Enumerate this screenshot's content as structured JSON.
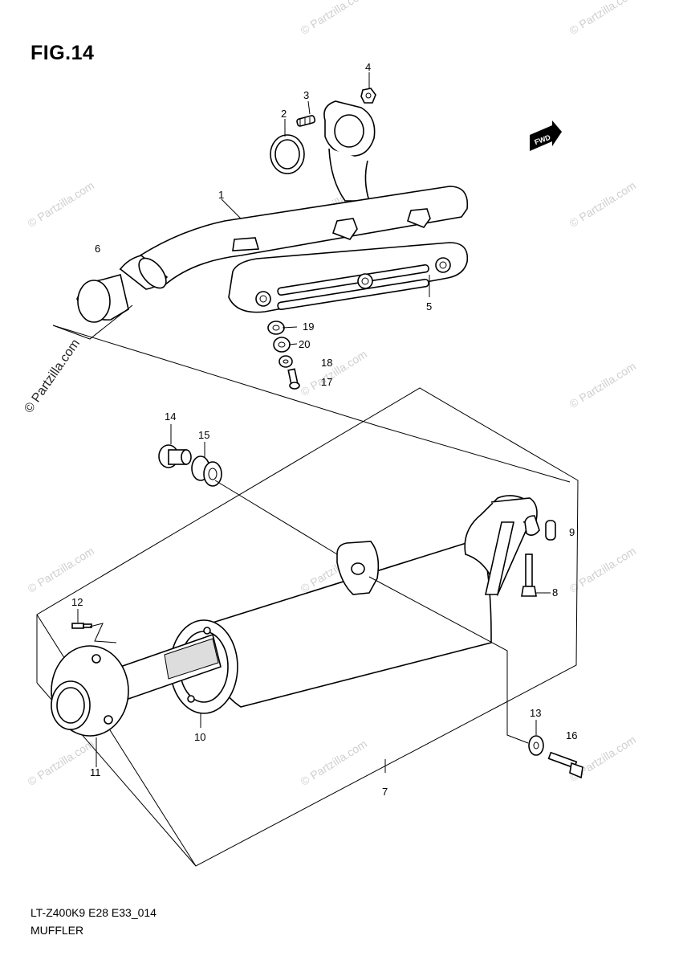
{
  "figure": {
    "title": "FIG.14",
    "code": "LT-Z400K9 E28 E33_014",
    "name": "MUFFLER"
  },
  "watermark": {
    "text": "© Partzilla.com",
    "color": "#cfcfcf"
  },
  "forward_badge": "FWD",
  "callouts": [
    "1",
    "2",
    "3",
    "4",
    "5",
    "6",
    "7",
    "8",
    "9",
    "10",
    "11",
    "12",
    "13",
    "14",
    "15",
    "16",
    "17",
    "18",
    "19",
    "20"
  ]
}
